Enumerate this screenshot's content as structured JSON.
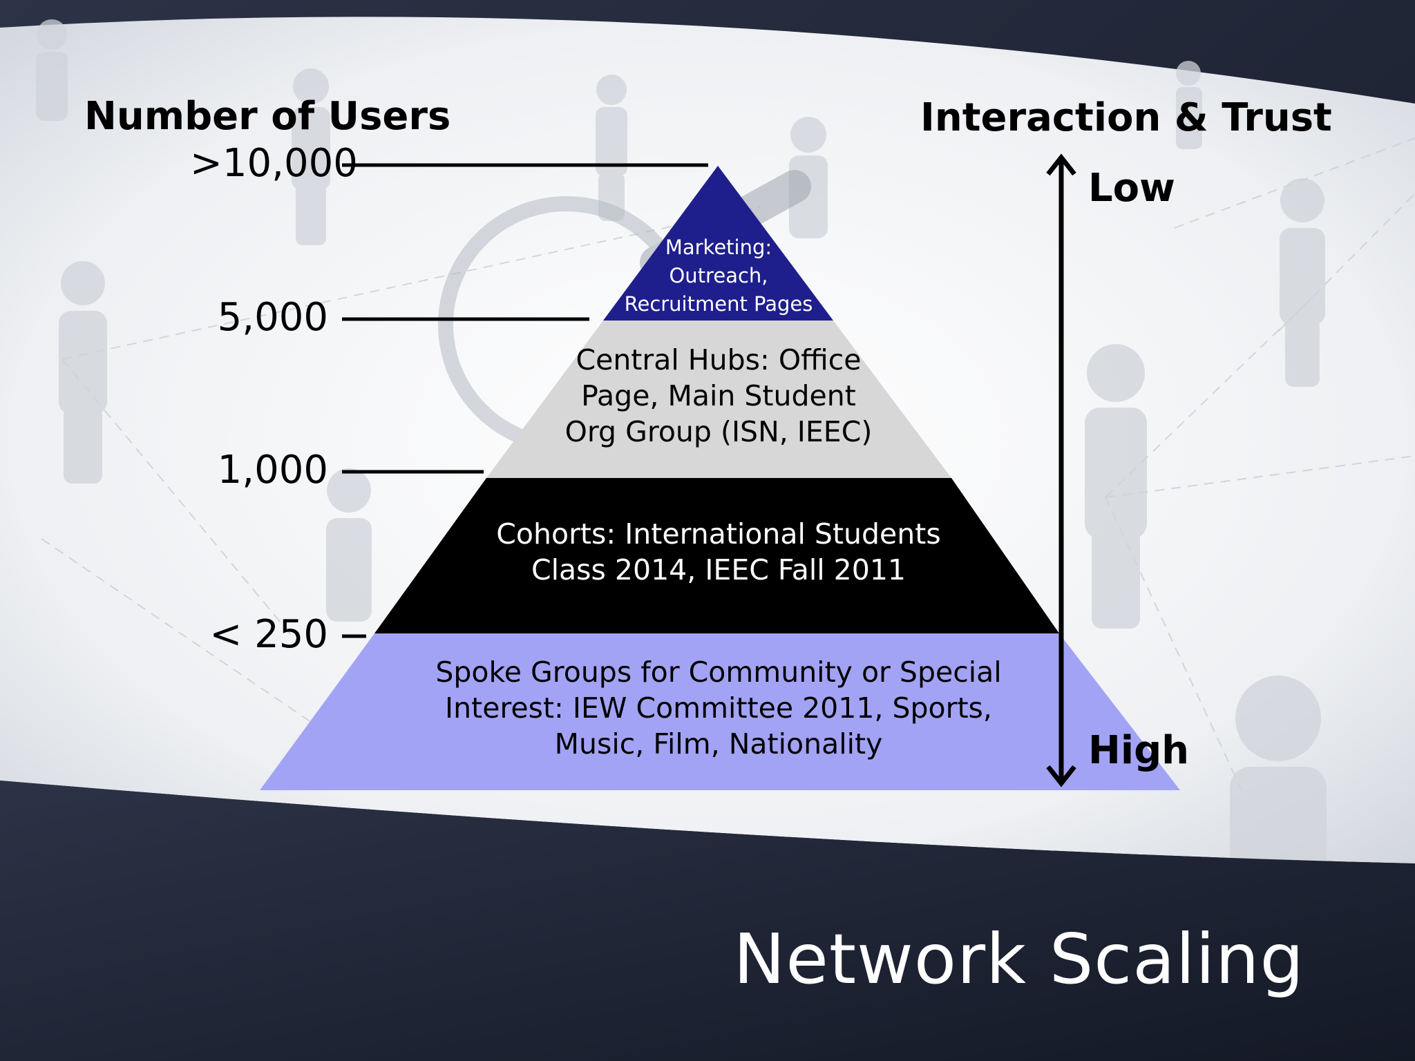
{
  "left_axis": {
    "heading": "Number of Users",
    "ticks": [
      ">10,000",
      "5,000",
      "1,000",
      "< 250"
    ]
  },
  "right_axis": {
    "heading": "Interaction & Trust",
    "top_label": "Low",
    "bottom_label": "High"
  },
  "tiers": [
    {
      "lines": [
        "Marketing:",
        "Outreach,",
        "Recruitment Pages"
      ],
      "color": "#1e1e8c",
      "text_color": "#ffffff"
    },
    {
      "lines": [
        "Central Hubs: Office",
        "Page, Main Student",
        "Org Group (ISN, IEEC)"
      ],
      "color": "#d7d7d7",
      "text_color": "#000000"
    },
    {
      "lines": [
        "Cohorts: International Students",
        "Class 2014, IEEC Fall 2011"
      ],
      "color": "#000000",
      "text_color": "#ffffff"
    },
    {
      "lines": [
        "Spoke Groups for Community or Special",
        "Interest: IEW Committee 2011, Sports,",
        "Music, Film, Nationality"
      ],
      "color": "#a3a3f5",
      "text_color": "#000000"
    }
  ],
  "title": "Network Scaling"
}
